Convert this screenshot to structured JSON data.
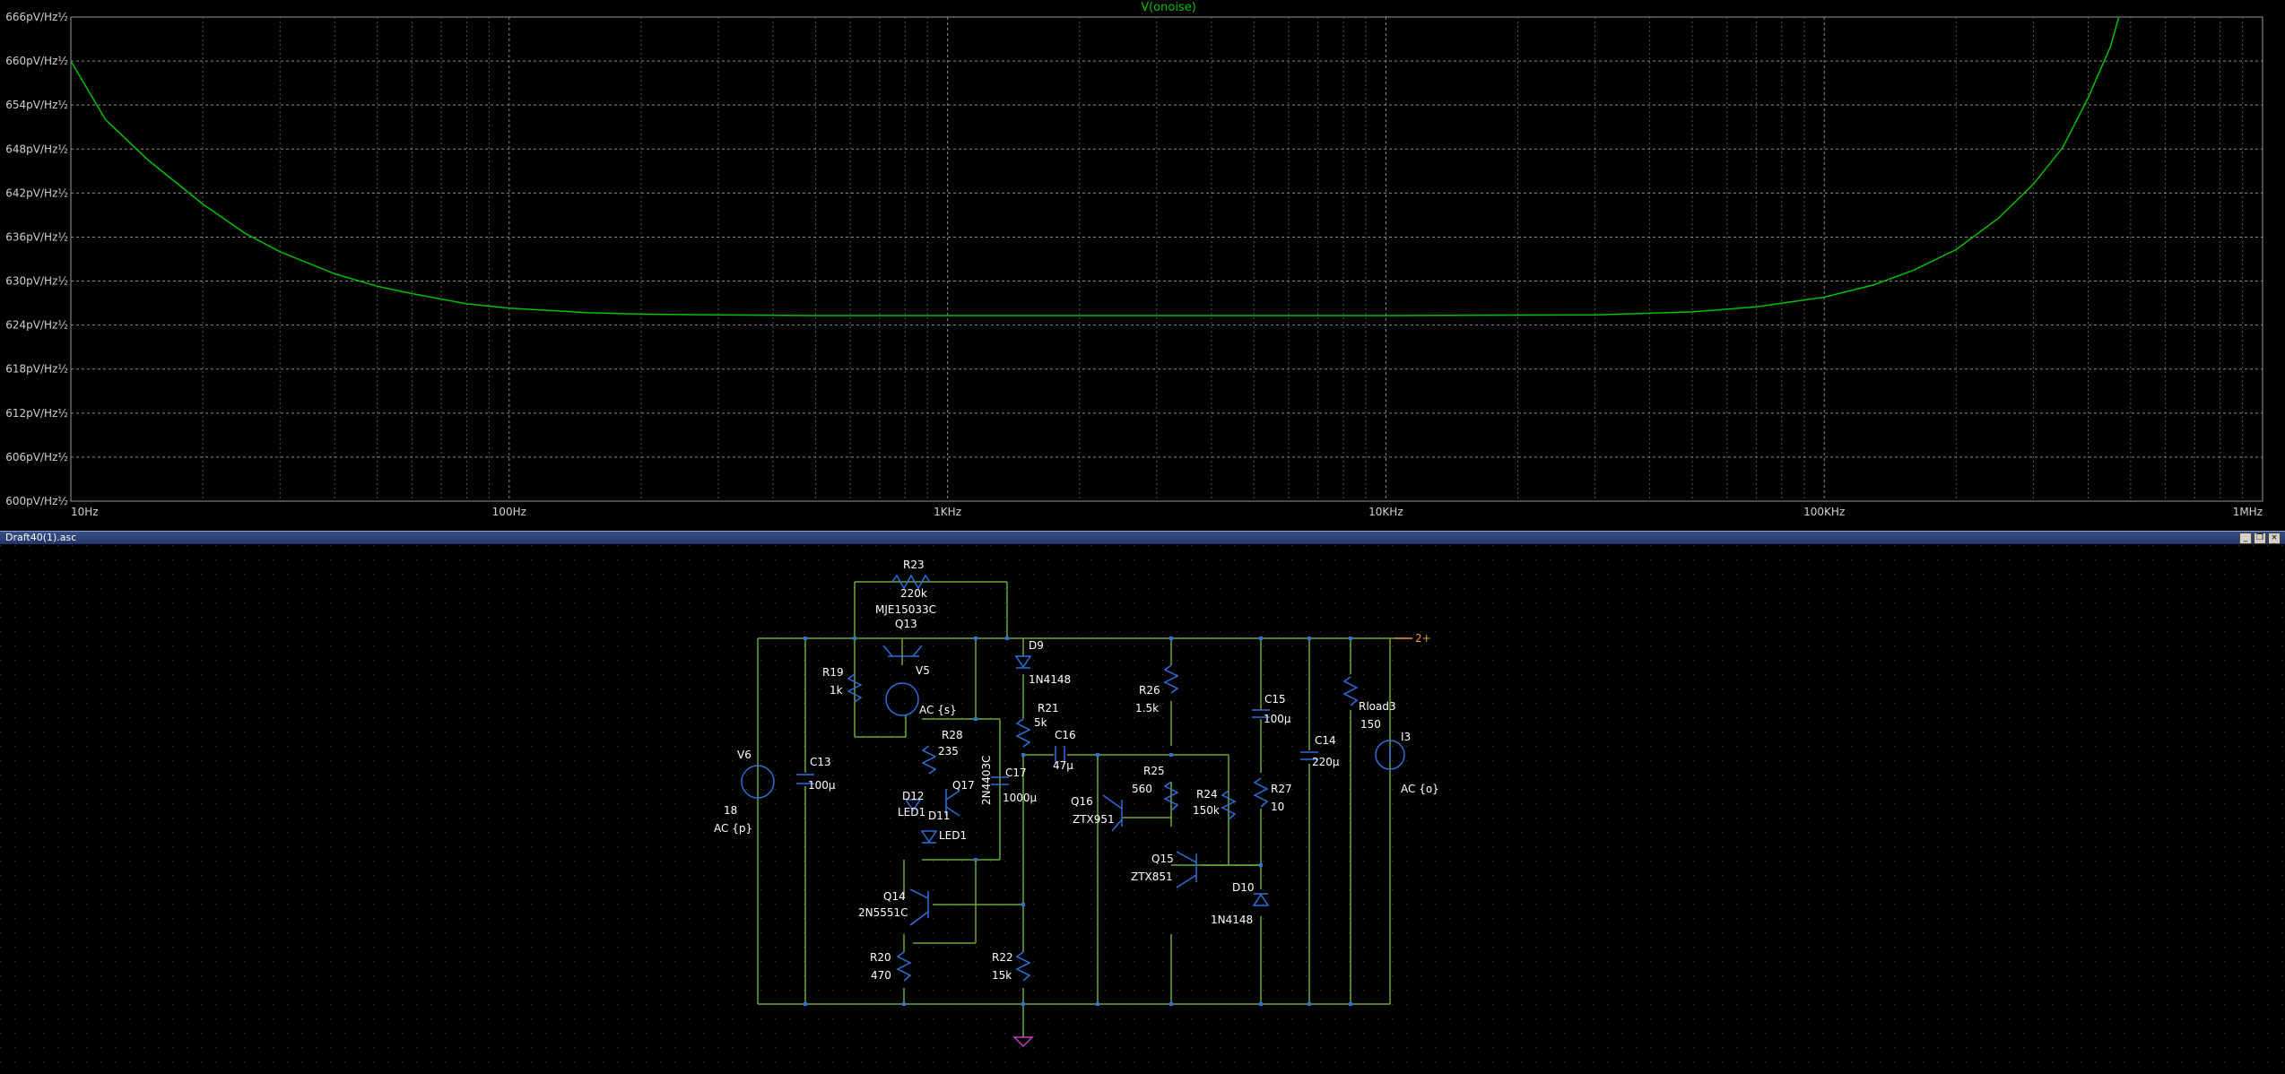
{
  "plot": {
    "trace_name": "V(onoise)",
    "trace_color": "#00c000",
    "chart_data": {
      "type": "line",
      "title": "V(onoise)",
      "x_scale": "log",
      "xlim": [
        10,
        1000000
      ],
      "ylim": [
        600,
        666
      ],
      "y_unit": "pV/Hz½",
      "y_ticks": [
        "666pV/Hz½",
        "660pV/Hz½",
        "654pV/Hz½",
        "648pV/Hz½",
        "642pV/Hz½",
        "636pV/Hz½",
        "630pV/Hz½",
        "624pV/Hz½",
        "618pV/Hz½",
        "612pV/Hz½",
        "606pV/Hz½",
        "600pV/Hz½"
      ],
      "y_tick_values": [
        666,
        660,
        654,
        648,
        642,
        636,
        630,
        624,
        618,
        612,
        606,
        600
      ],
      "x_ticks": [
        "10Hz",
        "100Hz",
        "1KHz",
        "10KHz",
        "100KHz",
        "1MHz"
      ],
      "x_tick_values": [
        10,
        100,
        1000,
        10000,
        100000,
        1000000
      ],
      "grid": true,
      "series": [
        {
          "name": "V(onoise)",
          "x": [
            10,
            12,
            15,
            20,
            25,
            30,
            40,
            50,
            60,
            80,
            100,
            150,
            200,
            300,
            500,
            1000,
            3000,
            10000,
            30000,
            50000,
            70000,
            100000,
            130000,
            160000,
            200000,
            250000,
            300000,
            350000,
            400000,
            450000,
            470000
          ],
          "y": [
            660,
            652,
            646.5,
            640.5,
            636.5,
            634,
            631,
            629.3,
            628.3,
            626.9,
            626.3,
            625.7,
            625.5,
            625.4,
            625.3,
            625.3,
            625.3,
            625.3,
            625.4,
            625.8,
            626.5,
            627.8,
            629.5,
            631.5,
            634.3,
            638.6,
            643.2,
            648.2,
            655,
            662,
            666
          ]
        }
      ]
    }
  },
  "window": {
    "title": "Draft40(1).asc",
    "minimize": "_",
    "restore": "❐",
    "close": "×"
  },
  "schematic": {
    "labels": {
      "r23_name": "R23",
      "r23_value": "220k",
      "q13_model": "MJE15033C",
      "q13_name": "Q13",
      "d9_name": "D9",
      "d9_model": "1N4148",
      "r19_name": "R19",
      "r19_value": "1k",
      "v5_name": "V5",
      "v5_value": "AC {s}",
      "r21_name": "R21",
      "r21_value": "5k",
      "r26_name": "R26",
      "r26_value": "1.5k",
      "c15_name": "C15",
      "c15_value": "100µ",
      "rload_name": "Rload3",
      "rload_value": "150",
      "i3_name": "I3",
      "i3_value": "AC {o}",
      "v6_name": "V6",
      "v6_value": "18",
      "v6_ac": "AC {p}",
      "c13_name": "C13",
      "c13_value": "100µ",
      "r28_name": "R28",
      "r28_value": "235",
      "q17_name": "Q17",
      "q17_model": "2N4403C",
      "c17_name": "C17",
      "c17_value": "1000µ",
      "c16_name": "C16",
      "c16_value": "47µ",
      "r25_name": "R25",
      "r25_value": "560",
      "r24_name": "R24",
      "r24_value": "150k",
      "r27_name": "R27",
      "r27_value": "10",
      "c14_name": "C14",
      "c14_value": "220µ",
      "d12_name": "D12",
      "d12_model": "LED1",
      "d11_name": "D11",
      "d11_model": "LED1",
      "q16_name": "Q16",
      "q16_model": "ZTX951",
      "q15_name": "Q15",
      "q15_model": "ZTX851",
      "d10_name": "D10",
      "d10_model": "1N4148",
      "q14_name": "Q14",
      "q14_model": "2N5551C",
      "r20_name": "R20",
      "r20_value": "470",
      "r22_name": "R22",
      "r22_value": "15k",
      "port_label": "2+"
    }
  },
  "colors": {
    "background": "#000000",
    "grid": "#808080",
    "axis_text": "#d0d0d0",
    "wire": "#6aa83a",
    "component": "#2f6fd8",
    "label": "#ffffff",
    "port": "#e8a040",
    "ground": "#c040c0"
  }
}
